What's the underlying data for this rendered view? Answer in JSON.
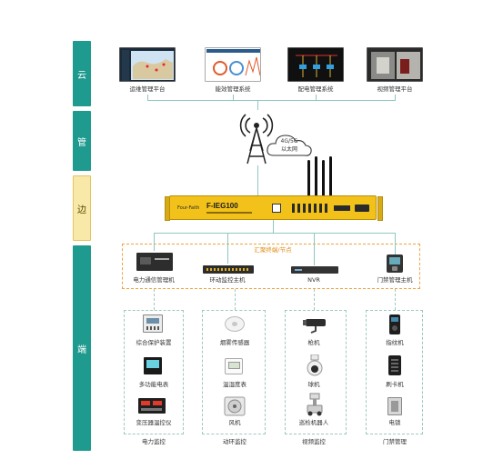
{
  "sidebar": {
    "cloud": "云",
    "pipe": "管",
    "edge": "边",
    "terminal": "端"
  },
  "cloud": {
    "platforms": [
      {
        "label": "运维管理平台"
      },
      {
        "label": "能效管理系统"
      },
      {
        "label": "配电管理系统"
      },
      {
        "label": "视频管理平台"
      }
    ]
  },
  "network": {
    "cloud_line1": "4G/5G",
    "cloud_line2": "以太网"
  },
  "gateway": {
    "model": "F-IEG100",
    "brand": "Four-Faith"
  },
  "edge_box": {
    "title": "汇聚终端/节点"
  },
  "aggregation": [
    {
      "label": "电力通信管理机"
    },
    {
      "label": "环动监控主机"
    },
    {
      "label": "NVR"
    },
    {
      "label": "门禁管理主机"
    }
  ],
  "groups": [
    {
      "title": "电力监控",
      "items": [
        "综合保护装置",
        "多功能电表",
        "变压器温控仪"
      ]
    },
    {
      "title": "动环监控",
      "items": [
        "烟雾传感器",
        "温湿度表",
        "风机"
      ]
    },
    {
      "title": "视频监控",
      "items": [
        "枪机",
        "球机",
        "巡检机器人"
      ]
    },
    {
      "title": "门禁管理",
      "items": [
        "指纹机",
        "刷卡机",
        "电锁"
      ]
    }
  ],
  "colors": {
    "teal": "#1f9a8e",
    "edge_yellow": "#f8e9a8",
    "gateway_yellow": "#f2c21b",
    "orange": "#f0a33a"
  }
}
